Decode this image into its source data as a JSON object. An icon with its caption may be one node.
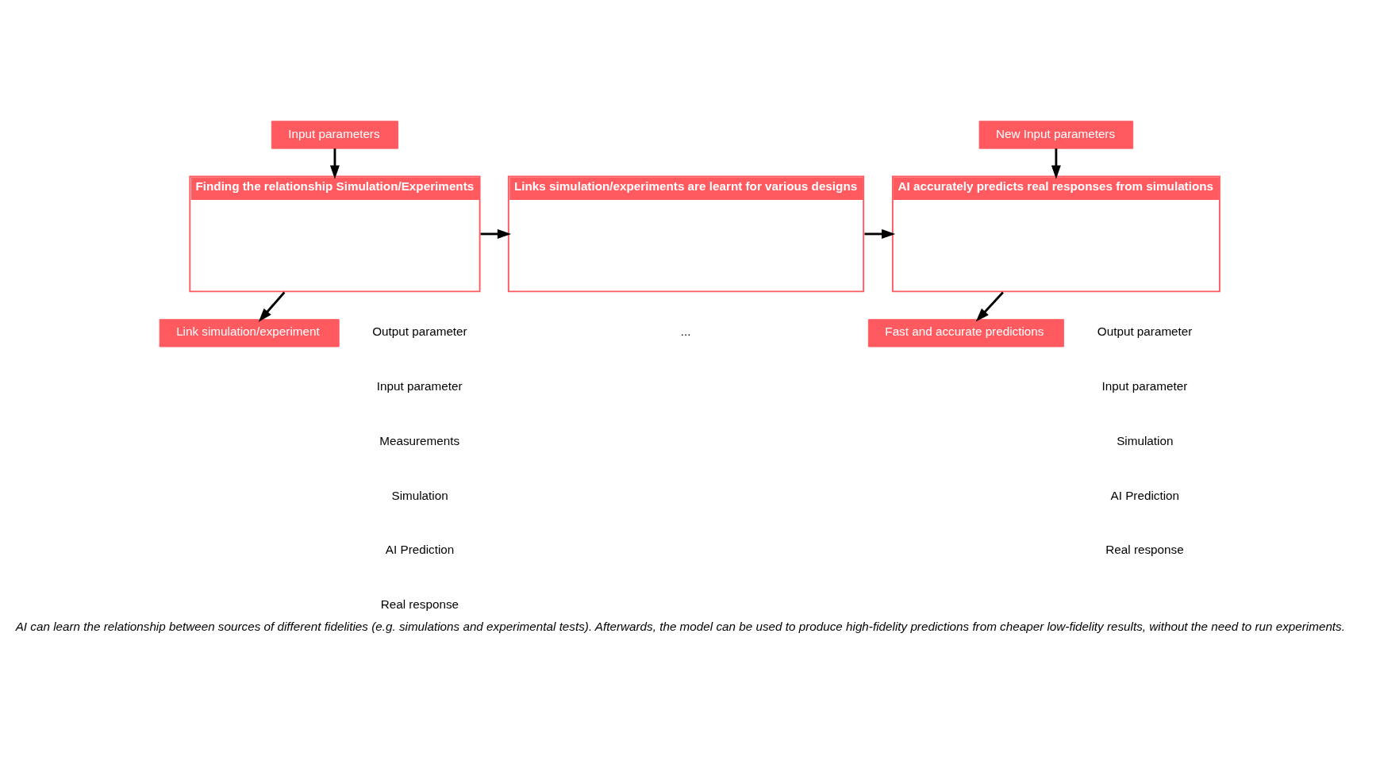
{
  "diagram": {
    "caption": "AI can learn the relationship between sources of different fidelities (e.g. simulations and experimental tests). Afterwards, the model can be used to produce high-fidelity predictions from cheaper low-fidelity results, without the need to run experiments.",
    "nodes": [
      {
        "text": [
          "Input parameters"
        ]
      },
      {
        "text": [
          "Finding the relationship Simulation/Experiments"
        ]
      },
      {
        "text": [
          "Link simulation/experiment"
        ]
      },
      {
        "text": [
          "Links simulation/experiments are learnt for various designs"
        ]
      },
      {
        "text": [
          "New Input parameters"
        ]
      },
      {
        "text": [
          "AI accurately predicts real responses from simulations"
        ]
      },
      {
        "text": [
          "Fast and accurate predictions"
        ]
      }
    ],
    "edges": [
      {
        "from": 0,
        "to": 1,
        "arrow": "to"
      },
      {
        "from": 1,
        "to": 2,
        "arrow": "to"
      },
      {
        "from": 1,
        "to": 3,
        "arrow": "to"
      },
      {
        "from": 3,
        "to": 5,
        "arrow": "to"
      },
      {
        "from": 4,
        "to": 5,
        "arrow": "to"
      },
      {
        "from": 5,
        "to": 6,
        "arrow": "to"
      }
    ],
    "labels": [
      "Output parameter",
      "Input parameter",
      "...",
      "Output parameter",
      "Input parameter"
    ],
    "legend": [
      {
        "text": "Measurements"
      },
      {
        "text": "Simulation"
      },
      {
        "text": "AI Prediction"
      },
      {
        "text": "Real response"
      },
      {
        "text": "Simulation"
      },
      {
        "text": "AI Prediction"
      },
      {
        "text": "Real response"
      }
    ]
  }
}
